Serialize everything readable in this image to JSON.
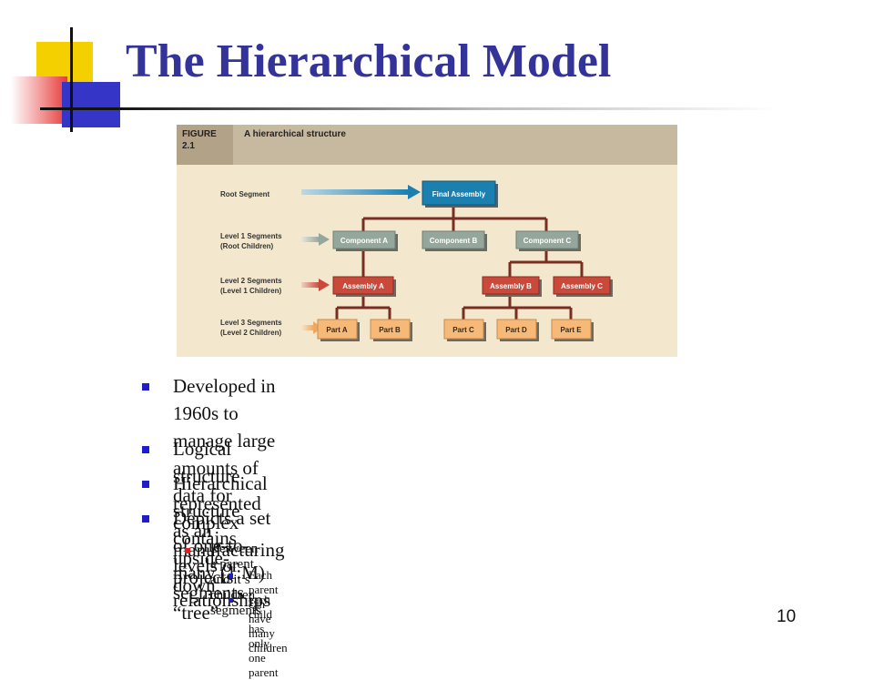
{
  "slide": {
    "title": "The Hierarchical Model",
    "page_number": "10"
  },
  "figure": {
    "label_line1": "FIGURE",
    "label_line2": "2.1",
    "caption": "A hierarchical structure",
    "levels": [
      {
        "line1": "Root Segment",
        "line2": ""
      },
      {
        "line1": "Level 1 Segments",
        "line2": "(Root Children)"
      },
      {
        "line1": "Level 2 Segments",
        "line2": "(Level 1 Children)"
      },
      {
        "line1": "Level 3 Segments",
        "line2": "(Level 2 Children)"
      }
    ],
    "nodes": {
      "root": "Final Assembly",
      "comp_a": "Component A",
      "comp_b": "Component B",
      "comp_c": "Component C",
      "asm_a": "Assembly A",
      "asm_b": "Assembly B",
      "asm_c": "Assembly C",
      "part_a": "Part A",
      "part_b": "Part B",
      "part_c": "Part C",
      "part_d": "Part D",
      "part_e": "Part E"
    },
    "colors": {
      "root": "#1b7fb0",
      "level1": "#95a79d",
      "level2": "#c94a3a",
      "level3": "#f6b978",
      "connector": "#7a2e22"
    }
  },
  "bullets": [
    {
      "text_line1": "Developed in 1960s to manage large amounts of data for complex",
      "text_line2": "manufacturing projects"
    },
    {
      "text_line1": "Logical structure represented as an upside-down “tree”"
    },
    {
      "text_line1": "Hierarchical structure contains levels or segments"
    },
    {
      "text_line1": "Depicts a set of one-to-many (1:M) relationships"
    }
  ],
  "sub_bullet": "Between a parent and it’s children segments",
  "sub_sub_bullets": [
    "Each parent can have many children",
    "each child has only one parent"
  ]
}
